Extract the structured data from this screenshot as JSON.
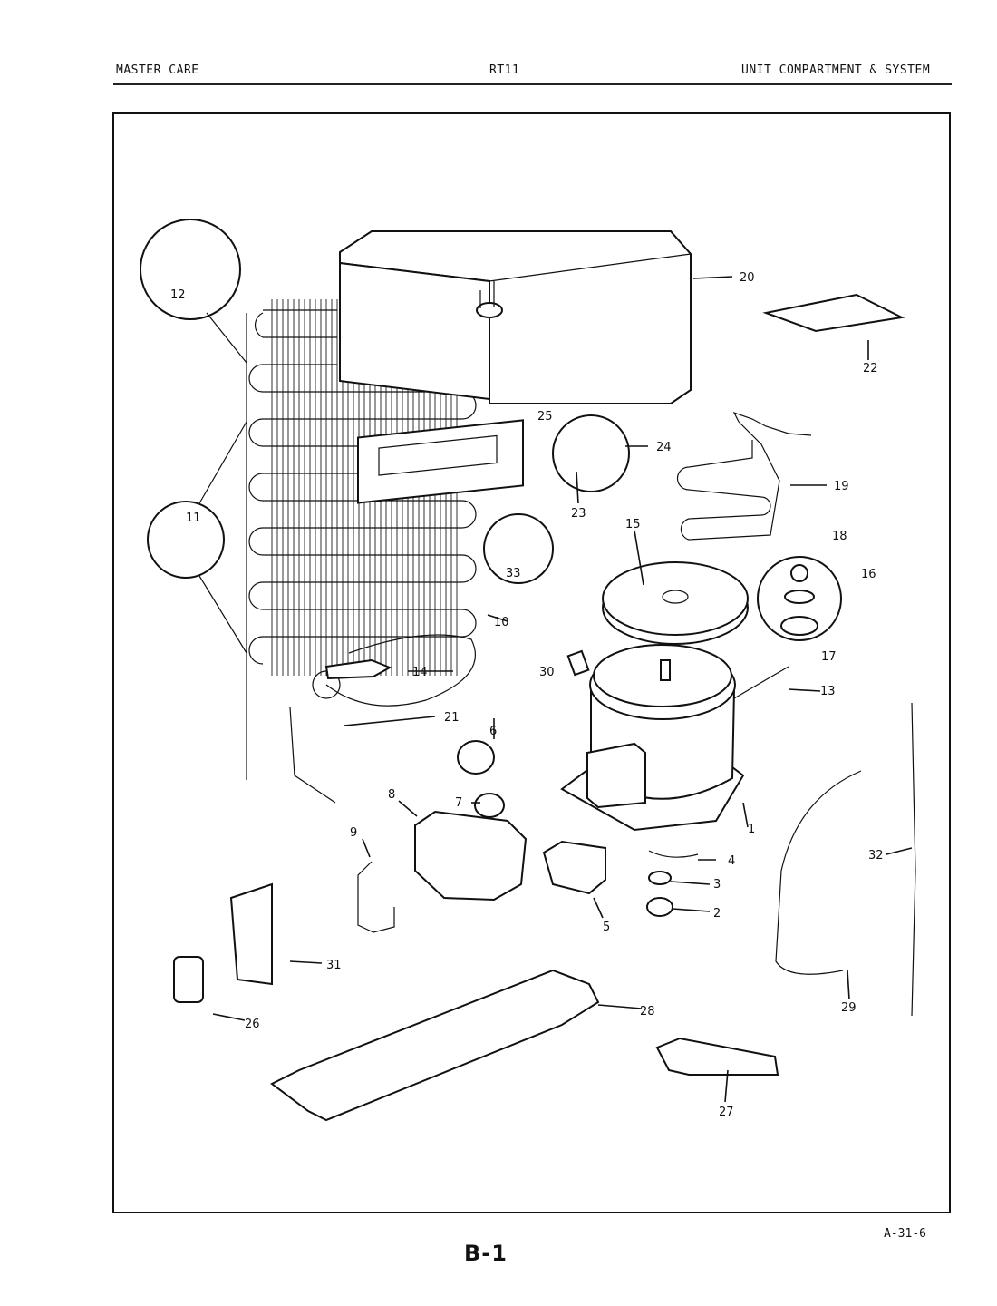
{
  "header": {
    "left": "MASTER CARE",
    "center": "RT11",
    "right": "UNIT COMPARTMENT & SYSTEM"
  },
  "footer": {
    "figure_id": "A-31-6",
    "page_number": "B-1"
  },
  "callouts": {
    "c1": "1",
    "c2": "2",
    "c3": "3",
    "c4": "4",
    "c5": "5",
    "c6": "6",
    "c7": "7",
    "c8": "8",
    "c9": "9",
    "c10": "10",
    "c11": "11",
    "c12": "12",
    "c13": "13",
    "c14": "14",
    "c15": "15",
    "c16": "16",
    "c17": "17",
    "c18": "18",
    "c19": "19",
    "c20": "20",
    "c21": "21",
    "c22": "22",
    "c23": "23",
    "c24": "24",
    "c25": "25",
    "c26": "26",
    "c27": "27",
    "c28": "28",
    "c29": "29",
    "c30": "30",
    "c31": "31",
    "c32": "32",
    "c33": "33"
  }
}
